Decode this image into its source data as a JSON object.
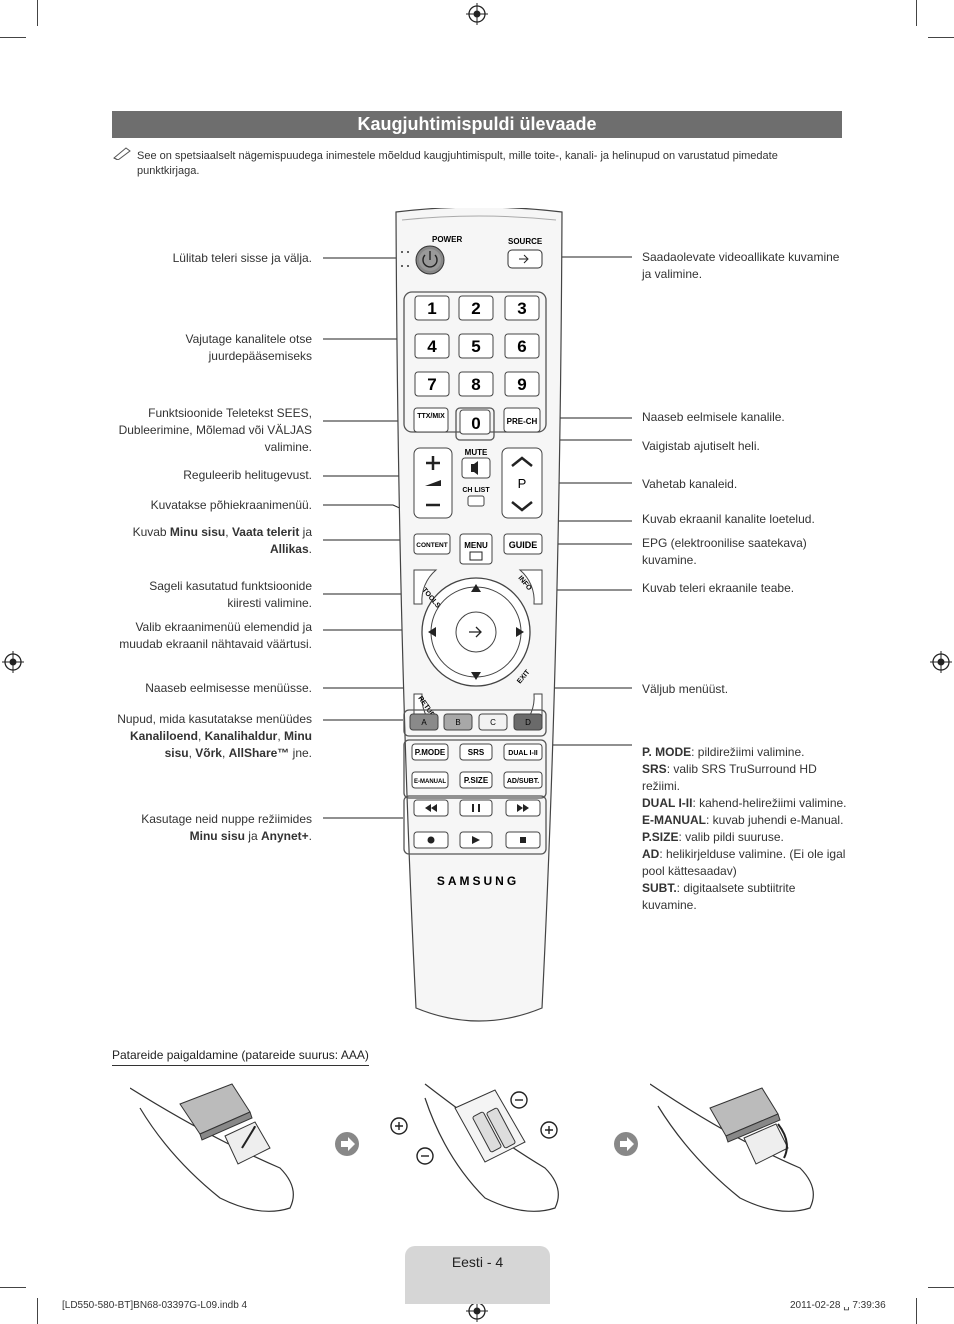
{
  "title": "Kaugjuhtimispuldi ülevaade",
  "note": "See on spetsiaalselt nägemispuudega inimestele mõeldud kaugjuhtimispult, mille toite-, kanali- ja helinupud on varustatud pimedate punktkirjaga.",
  "left_labels": {
    "power": "Lülitab teleri sisse ja välja.",
    "numbers": "Vajutage kanalitele otse juurdepääsemiseks",
    "ttx": "Funktsioonide Teletekst SEES, Dubleerimine, Mõlemad või VÄLJAS valimine.",
    "volume": "Reguleerib helitugevust.",
    "menu": "Kuvatakse põhiekraanimenüü.",
    "content_pre": "Kuvab ",
    "content_b1": "Minu sisu",
    "content_sep1": ", ",
    "content_b2": "Vaata telerit",
    "content_sep2": " ja ",
    "content_b3": "Allikas",
    "content_end": ".",
    "tools": "Sageli kasutatud funktsioonide kiiresti valimine.",
    "nav": "Valib ekraanimenüü elemendid ja muudab ekraanil nähtavaid väärtusi.",
    "return": "Naaseb eelmisesse menüüsse.",
    "color_pre": "Nupud, mida kasutatakse menüüdes ",
    "color_b1": "Kanaliloend",
    "color_sep1": ", ",
    "color_b2": "Kanalihaldur",
    "color_sep2": ", ",
    "color_b3": "Minu sisu",
    "color_sep3": ", ",
    "color_b4": "Võrk",
    "color_sep4": ", ",
    "color_b5": "AllShare™",
    "color_end": " jne.",
    "play_pre": "Kasutage neid nuppe režiimides ",
    "play_b1": "Minu sisu",
    "play_sep": " ja ",
    "play_b2": "Anynet+",
    "play_end": "."
  },
  "right_labels": {
    "source": "Saadaolevate videoallikate kuvamine ja valimine.",
    "prech": "Naaseb eelmisele kanalile.",
    "mute": "Vaigistab ajutiselt heli.",
    "channel": "Vahetab kanaleid.",
    "chlist": "Kuvab ekraanil kanalite loetelud.",
    "guide": "EPG (elektroonilise saatekava) kuvamine.",
    "info": "Kuvab teleri ekraanile teabe.",
    "exit": "Väljub menüüst.",
    "pmode_b": "P. MODE",
    "pmode": ": pildirežiimi valimine.",
    "srs_b": "SRS",
    "srs": ": valib SRS TruSurround HD režiimi.",
    "dual_b": "DUAL I-II",
    "dual": ": kahend-helirežiimi valimine.",
    "emanual_b": "E-MANUAL",
    "emanual": ": kuvab juhendi e-Manual.",
    "psize_b": "P.SIZE",
    "psize": ": valib pildi suuruse.",
    "ad_b": "AD",
    "ad": ": helikirjelduse valimine. (Ei ole igal pool kättesaadav)",
    "subt_b": "SUBT.",
    "subt": ": digitaalsete subtiitrite kuvamine."
  },
  "remote": {
    "power": "POWER",
    "source": "SOURCE",
    "digits": [
      "1",
      "2",
      "3",
      "4",
      "5",
      "6",
      "7",
      "8",
      "9"
    ],
    "ttx": "TTX/MIX",
    "zero": "0",
    "prech": "PRE-CH",
    "mute": "MUTE",
    "p": "P",
    "chlist": "CH LIST",
    "content": "CONTENT",
    "menu": "MENU",
    "guide": "GUIDE",
    "tools": "TOOLS",
    "info": "INFO",
    "return": "RETURN",
    "exit": "EXIT",
    "color_a": "A",
    "color_b": "B",
    "color_c": "C",
    "color_d": "D",
    "pmode": "P.MODE",
    "srs": "SRS",
    "dual": "DUAL I-II",
    "emanual": "E-MANUAL",
    "psize": "P.SIZE",
    "adsubt": "AD/SUBT.",
    "brand": "SAMSUNG"
  },
  "battery_title": "Patareide paigaldamine (patareide suurus: AAA)",
  "footer": "Eesti - 4",
  "print_left": "[LD550-580-BT]BN68-03397G-L09.indb   4",
  "print_right": "2011-02-28   ␣ 7:39:36"
}
